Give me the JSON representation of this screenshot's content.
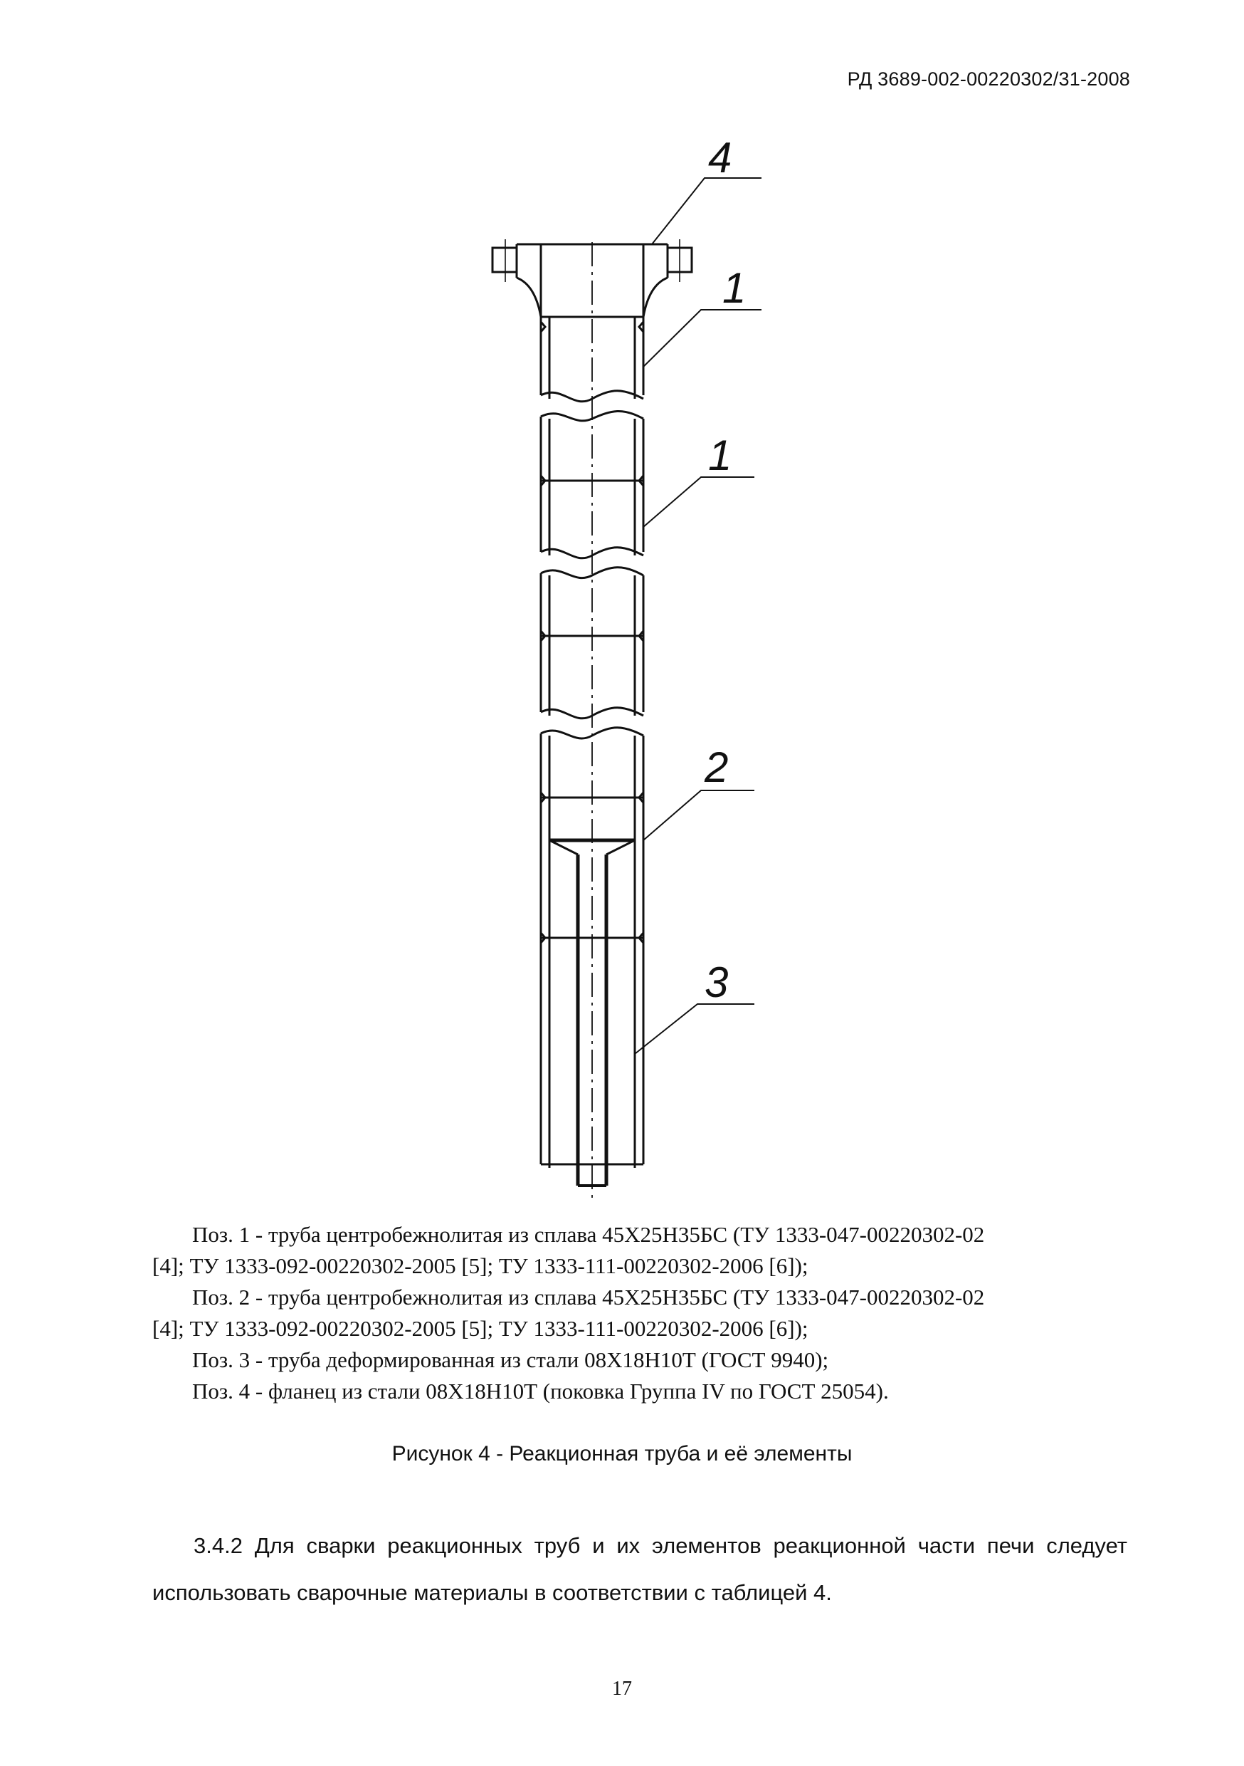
{
  "header": {
    "doc_code": "РД 3689-002-00220302/31-2008"
  },
  "figure": {
    "callouts": [
      {
        "id": "pos4",
        "label": "4"
      },
      {
        "id": "pos1a",
        "label": "1"
      },
      {
        "id": "pos1b",
        "label": "1"
      },
      {
        "id": "pos2",
        "label": "2"
      },
      {
        "id": "pos3",
        "label": "3"
      }
    ],
    "legend": [
      "Поз. 1 - труба центробежнолитая из сплава 45Х25Н35БС (ТУ 1333-047-00220302-02",
      "[4]; ТУ 1333-092-00220302-2005 [5]; ТУ 1333-111-00220302-2006 [6]);",
      "Поз. 2 - труба центробежнолитая из сплава 45Х25Н35БС (ТУ 1333-047-00220302-02",
      "[4]; ТУ 1333-092-00220302-2005 [5]; ТУ 1333-111-00220302-2006 [6]);",
      "Поз. 3 - труба деформированная из стали 08Х18Н10Т (ГОСТ 9940);",
      "Поз. 4 - фланец из стали 08Х18Н10Т (поковка Группа IV по ГОСТ 25054)."
    ],
    "caption": "Рисунок 4 - Реакционная труба и её элементы"
  },
  "body": {
    "paragraph": "3.4.2 Для сварки реакционных труб и их элементов реакционной части печи следует использовать сварочные материалы в соответствии с таблицей 4."
  },
  "page_number": "17"
}
